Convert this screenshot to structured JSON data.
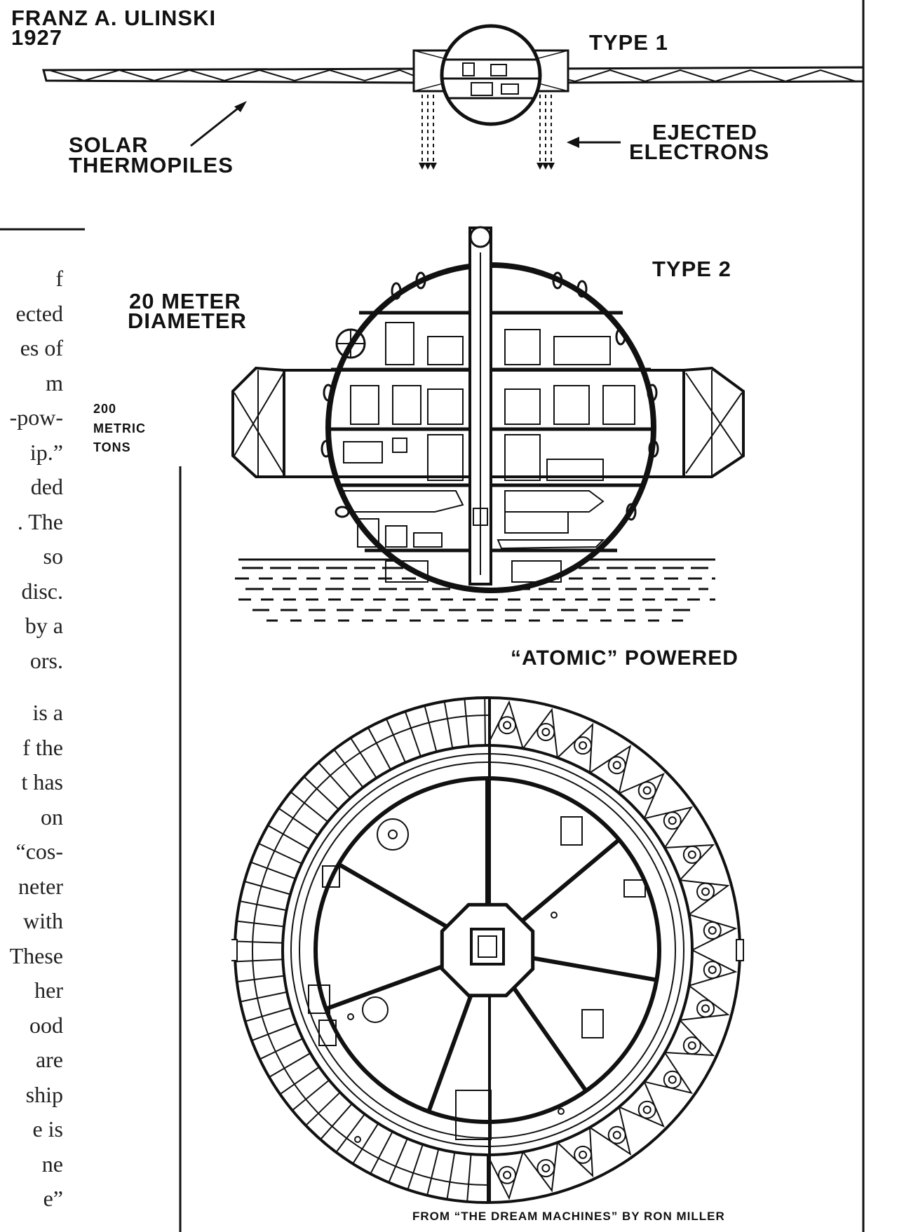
{
  "labels": {
    "author": "FRANZ A. ULINSKI",
    "year": "1927",
    "type1": "TYPE 1",
    "solar": "SOLAR",
    "thermopiles": "THERMOPILES",
    "ejected": "EJECTED",
    "electrons": "ELECTRONS",
    "type2": "TYPE 2",
    "diameter_value": "20 METER",
    "diameter_word": "DIAMETER",
    "mass_value": "200",
    "mass_unit1": "METRIC",
    "mass_unit2": "TONS",
    "atomic": "“ATOMIC” POWERED",
    "credit": "FROM “THE DREAM MACHINES” BY RON MILLER"
  },
  "column_text": [
    "f",
    "ected",
    "es of",
    "m",
    "-pow-",
    "ip.”",
    "ded",
    ". The",
    "so",
    "disc.",
    "by a",
    "ors.",
    "",
    "is a",
    "f the",
    "t has",
    "on",
    "“cos-",
    "neter",
    "with",
    "These",
    "her",
    "ood",
    "are",
    "ship",
    "e is",
    "ne",
    "e”"
  ],
  "colors": {
    "ink": "#111111",
    "paper": "#ffffff"
  }
}
